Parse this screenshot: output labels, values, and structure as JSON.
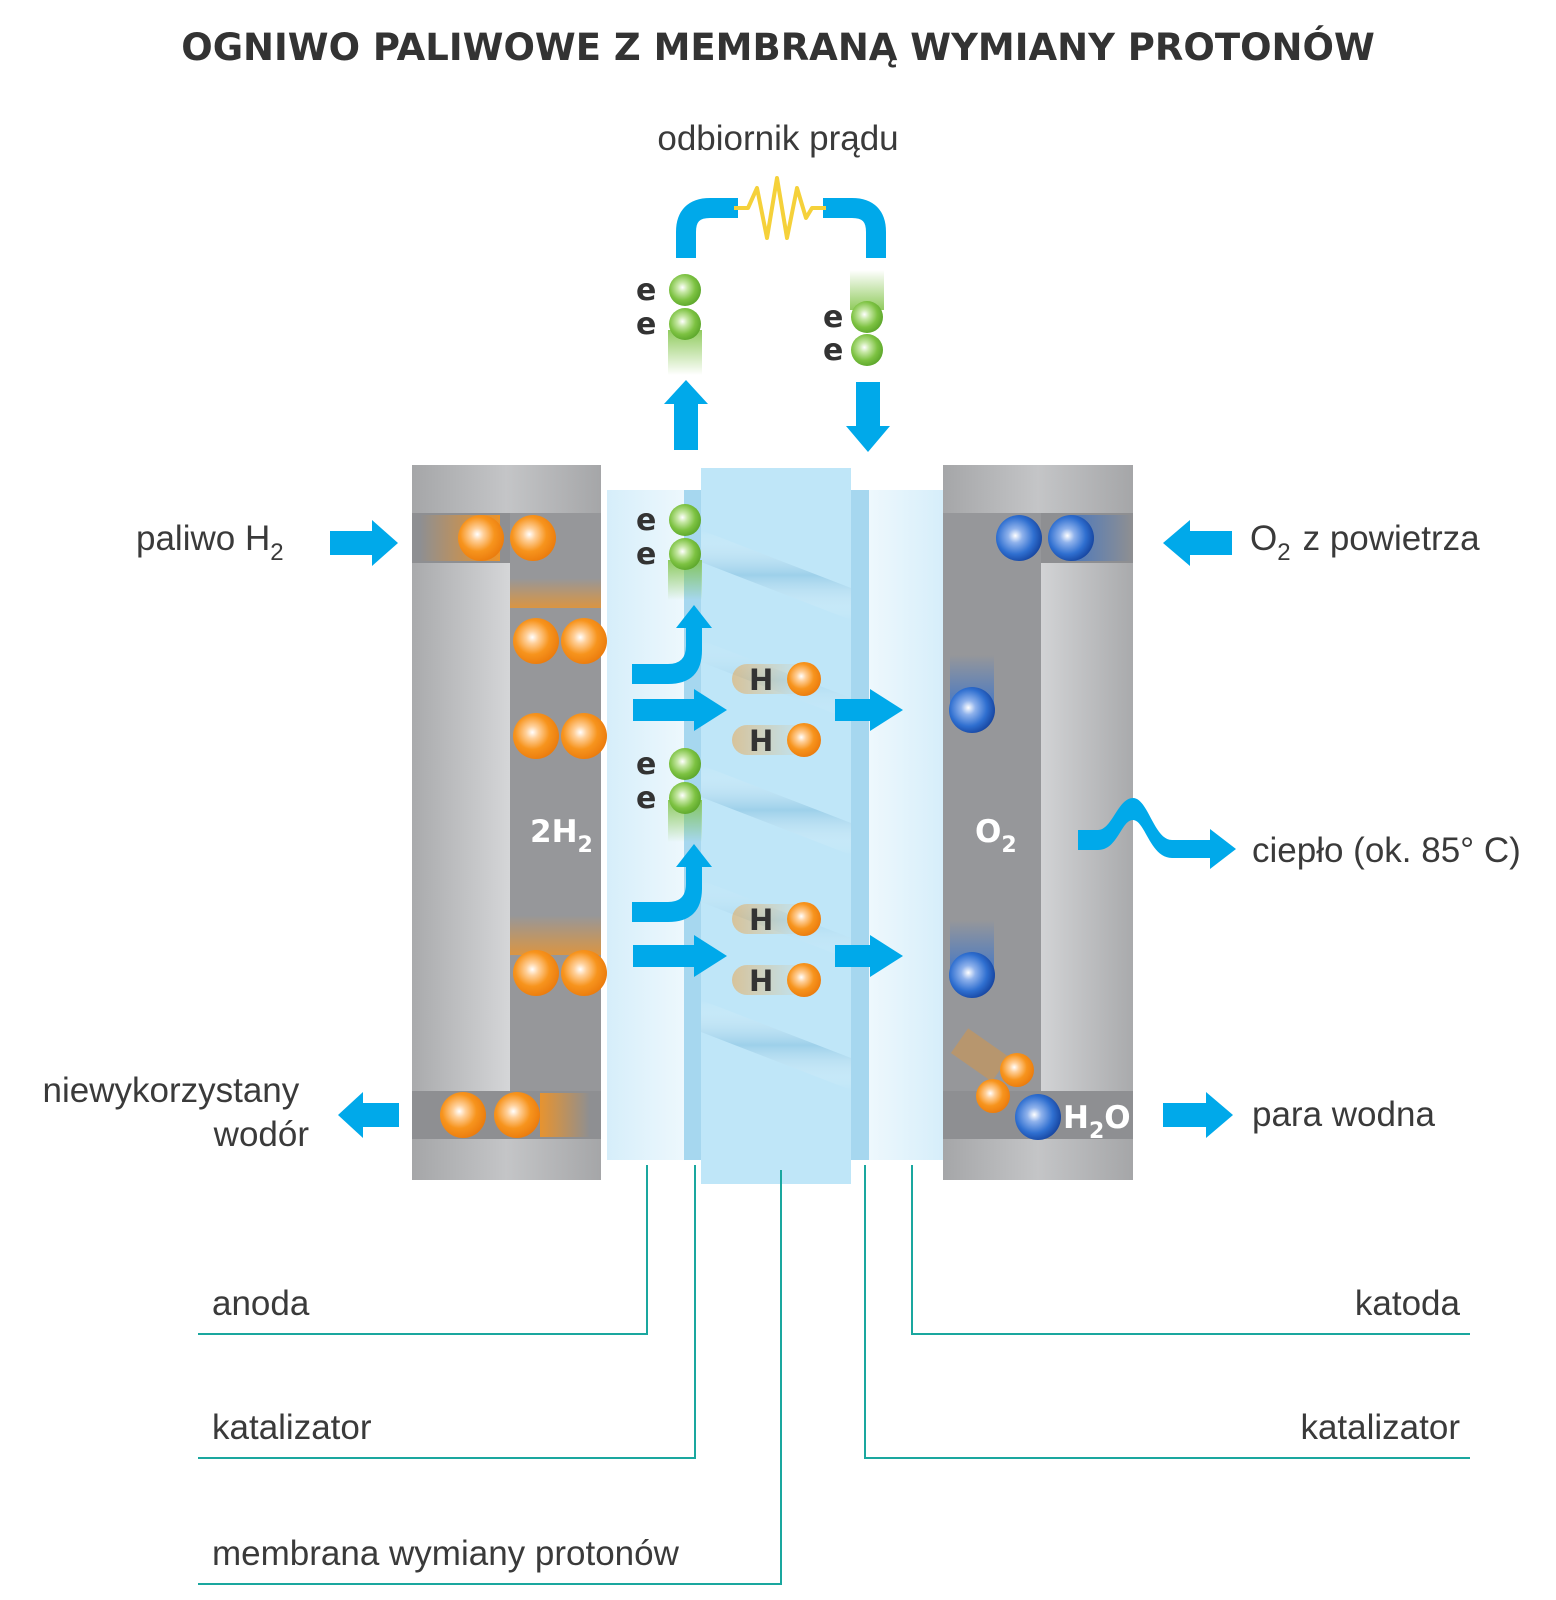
{
  "title": "OGNIWO PALIWOWE Z MEMBRANĄ WYMIANY PROTONÓW",
  "load_label": "odbiornik prądu",
  "electron": "e",
  "proton": "H",
  "inputs": {
    "fuel_text": "paliwo H",
    "fuel_sub": "2",
    "oxygen_text": "O",
    "oxygen_sub": "2",
    "oxygen_rest": "z powietrza"
  },
  "outputs": {
    "unused_line1": "niewykorzystany",
    "unused_line2": "wodór",
    "heat": "ciepło (ok. 85° C)",
    "vapor": "para wodna"
  },
  "chambers": {
    "hydrogen_text": "2H",
    "hydrogen_sub": "2",
    "oxygen_text": "O",
    "oxygen_sub": "2",
    "water_h": "H",
    "water_sub": "2",
    "water_o": "O"
  },
  "parts": {
    "anode": "anoda",
    "catalyst_left": "katalizator",
    "membrane": "membrana wymiany protonów",
    "cathode": "katoda",
    "catalyst_right": "katalizator"
  },
  "colors": {
    "arrow": "#00a9ea",
    "hydrogen": "#f7941d",
    "oxygen": "#1e5fbf",
    "electron": "#7dc242",
    "membrane": "#bfe6f8",
    "load_wire": "#f5d13a",
    "leader_line": "#1aa79f",
    "frame": "#9a9b9d"
  }
}
